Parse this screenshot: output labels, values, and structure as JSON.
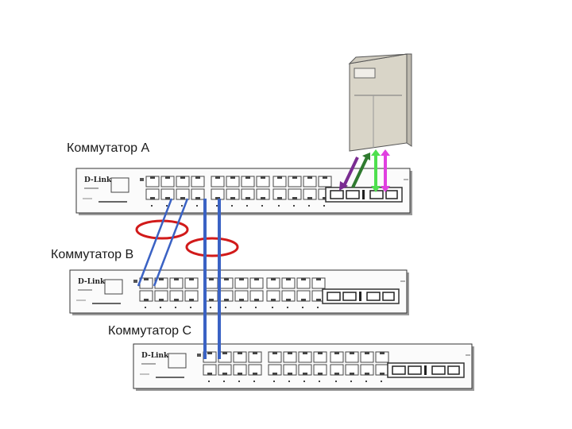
{
  "labels": {
    "switch_a": "Коммутатор A",
    "switch_b": "Коммутатор B",
    "switch_c": "Коммутатор C"
  },
  "brand": "D-Link",
  "colors": {
    "cable_blue": "#3a62c4",
    "aggregation_ring": "#d11a1a",
    "link_purple": "#7a2c91",
    "link_dark_green": "#2f7a2f",
    "link_light_green": "#4ee04e",
    "link_magenta": "#e040e0",
    "server_body": "#e6e2d6"
  },
  "icons": [
    "server-icon",
    "switch-icon"
  ]
}
